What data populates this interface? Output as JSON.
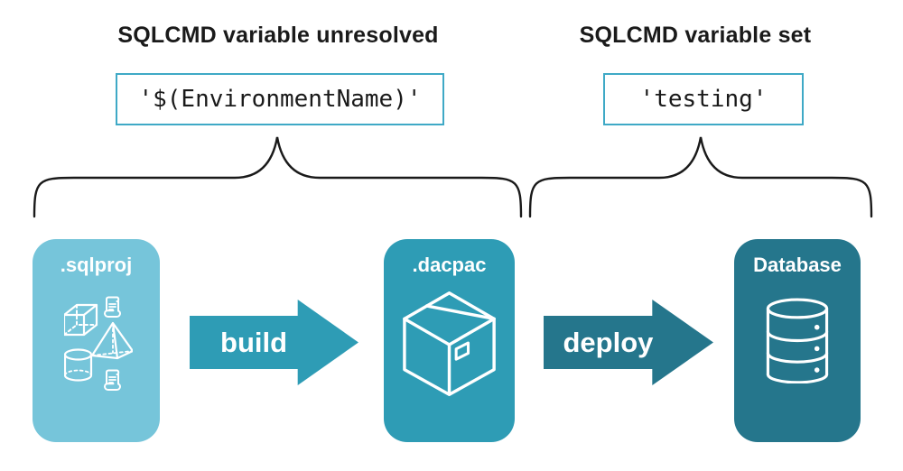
{
  "headings": {
    "unresolved": "SQLCMD variable unresolved",
    "set": "SQLCMD variable set"
  },
  "code_boxes": {
    "unresolved_value": "'$(EnvironmentName)'",
    "set_value": "'testing'"
  },
  "pipeline": {
    "sqlproj": {
      "label": ".sqlproj",
      "icon": "schema-objects-icon"
    },
    "build": {
      "label": "build"
    },
    "dacpac": {
      "label": ".dacpac",
      "icon": "package-box-icon"
    },
    "deploy": {
      "label": "deploy"
    },
    "database": {
      "label": "Database",
      "icon": "database-cylinder-icon"
    }
  },
  "colors": {
    "sqlproj_card": "#76C5DA",
    "dacpac_card": "#2E9CB5",
    "database_card": "#25768C",
    "build_arrow": "#2E9CB5",
    "deploy_arrow": "#25768C",
    "code_box_border": "#3FA9C6",
    "text": "#1A1A1A",
    "card_text": "#FFFFFF",
    "background": "#FFFFFF"
  }
}
